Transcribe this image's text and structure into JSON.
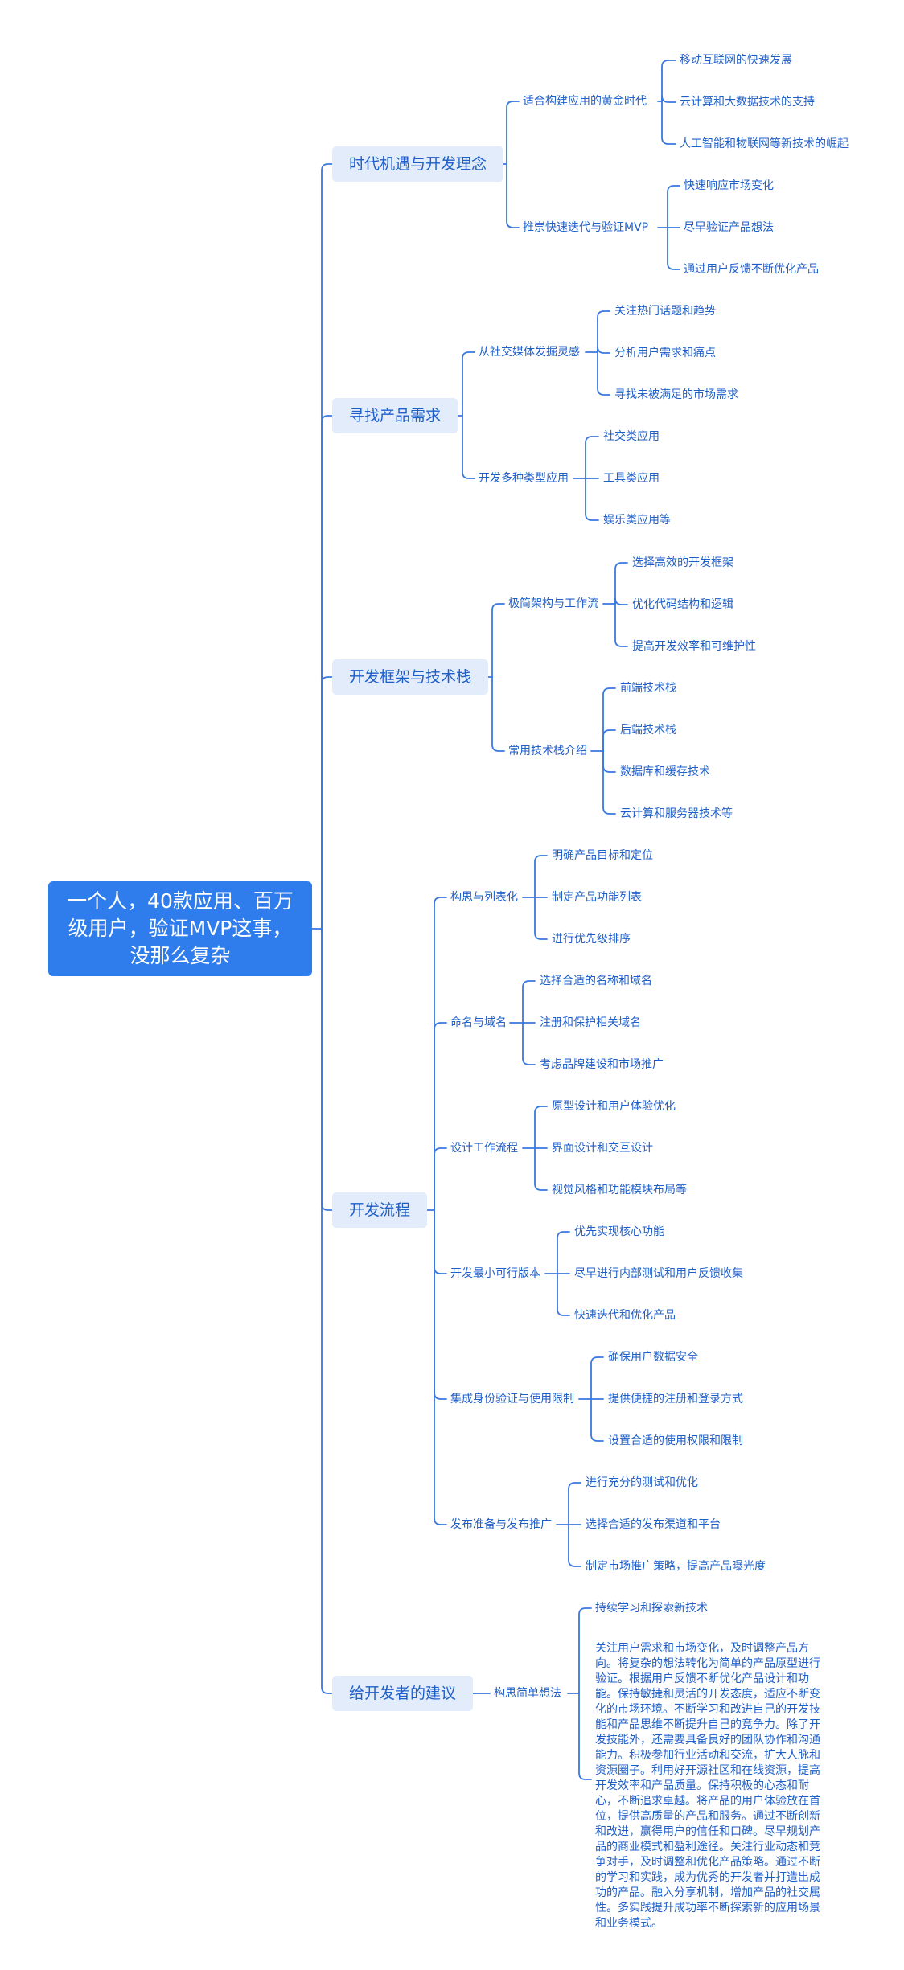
{
  "root": {
    "title": "一个人，40款应用、百万级用户，验证MVP这事，没那么复杂"
  },
  "branches": [
    {
      "label": "时代机遇与开发理念",
      "children": [
        {
          "label": "适合构建应用的黄金时代",
          "children": [
            "移动互联网的快速发展",
            "云计算和大数据技术的支持",
            "人工智能和物联网等新技术的崛起"
          ]
        },
        {
          "label": "推崇快速迭代与验证MVP",
          "children": [
            "快速响应市场变化",
            "尽早验证产品想法",
            "通过用户反馈不断优化产品"
          ]
        }
      ]
    },
    {
      "label": "寻找产品需求",
      "children": [
        {
          "label": "从社交媒体发掘灵感",
          "children": [
            "关注热门话题和趋势",
            "分析用户需求和痛点",
            "寻找未被满足的市场需求"
          ]
        },
        {
          "label": "开发多种类型应用",
          "children": [
            "社交类应用",
            "工具类应用",
            "娱乐类应用等"
          ]
        }
      ]
    },
    {
      "label": "开发框架与技术栈",
      "children": [
        {
          "label": "极简架构与工作流",
          "children": [
            "选择高效的开发框架",
            "优化代码结构和逻辑",
            "提高开发效率和可维护性"
          ]
        },
        {
          "label": "常用技术栈介绍",
          "children": [
            "前端技术栈",
            "后端技术栈",
            "数据库和缓存技术",
            "云计算和服务器技术等"
          ]
        }
      ]
    },
    {
      "label": "开发流程",
      "children": [
        {
          "label": "构思与列表化",
          "children": [
            "明确产品目标和定位",
            "制定产品功能列表",
            "进行优先级排序"
          ]
        },
        {
          "label": "命名与域名",
          "children": [
            "选择合适的名称和域名",
            "注册和保护相关域名",
            "考虑品牌建设和市场推广"
          ]
        },
        {
          "label": "设计工作流程",
          "children": [
            "原型设计和用户体验优化",
            "界面设计和交互设计",
            "视觉风格和功能模块布局等"
          ]
        },
        {
          "label": "开发最小可行版本",
          "children": [
            "优先实现核心功能",
            "尽早进行内部测试和用户反馈收集",
            "快速迭代和优化产品"
          ]
        },
        {
          "label": "集成身份验证与使用限制",
          "children": [
            "确保用户数据安全",
            "提供便捷的注册和登录方式",
            "设置合适的使用权限和限制"
          ]
        },
        {
          "label": "发布准备与发布推广",
          "children": [
            "进行充分的测试和优化",
            "选择合适的发布渠道和平台",
            "制定市场推广策略，提高产品曝光度"
          ]
        }
      ]
    },
    {
      "label": "给开发者的建议",
      "children": [
        {
          "label": "构思简单想法",
          "children": [
            "持续学习和探索新技术",
            "关注用户需求和市场变化，及时调整产品方向。将复杂的想法转化为简单的产品原型进行验证。根据用户反馈不断优化产品设计和功能。保持敏捷和灵活的开发态度，适应不断变化的市场环境。不断学习和改进自己的开发技能和产品思维不断提升自己的竞争力。除了开发技能外，还需要具备良好的团队协作和沟通能力。积极参加行业活动和交流，扩大人脉和资源圈子。利用好开源社区和在线资源，提高开发效率和产品质量。保持积极的心态和耐心，不断追求卓越。将产品的用户体验放在首位，提供高质量的产品和服务。通过不断创新和改进，赢得用户的信任和口碑。尽早规划产品的商业模式和盈利途径。关注行业动态和竞争对手，及时调整和优化产品策略。通过不断的学习和实践，成为优秀的开发者并打造出成功的产品。融入分享机制，增加产品的社交属性。多实践提升成功率不断探索新的应用场景和业务模式。"
          ]
        }
      ]
    }
  ],
  "colors": {
    "root_fill": "#2f7ded",
    "branch_fill": "#e2ecfb",
    "text": "#1f5fc8",
    "line": "#3a78e0"
  }
}
